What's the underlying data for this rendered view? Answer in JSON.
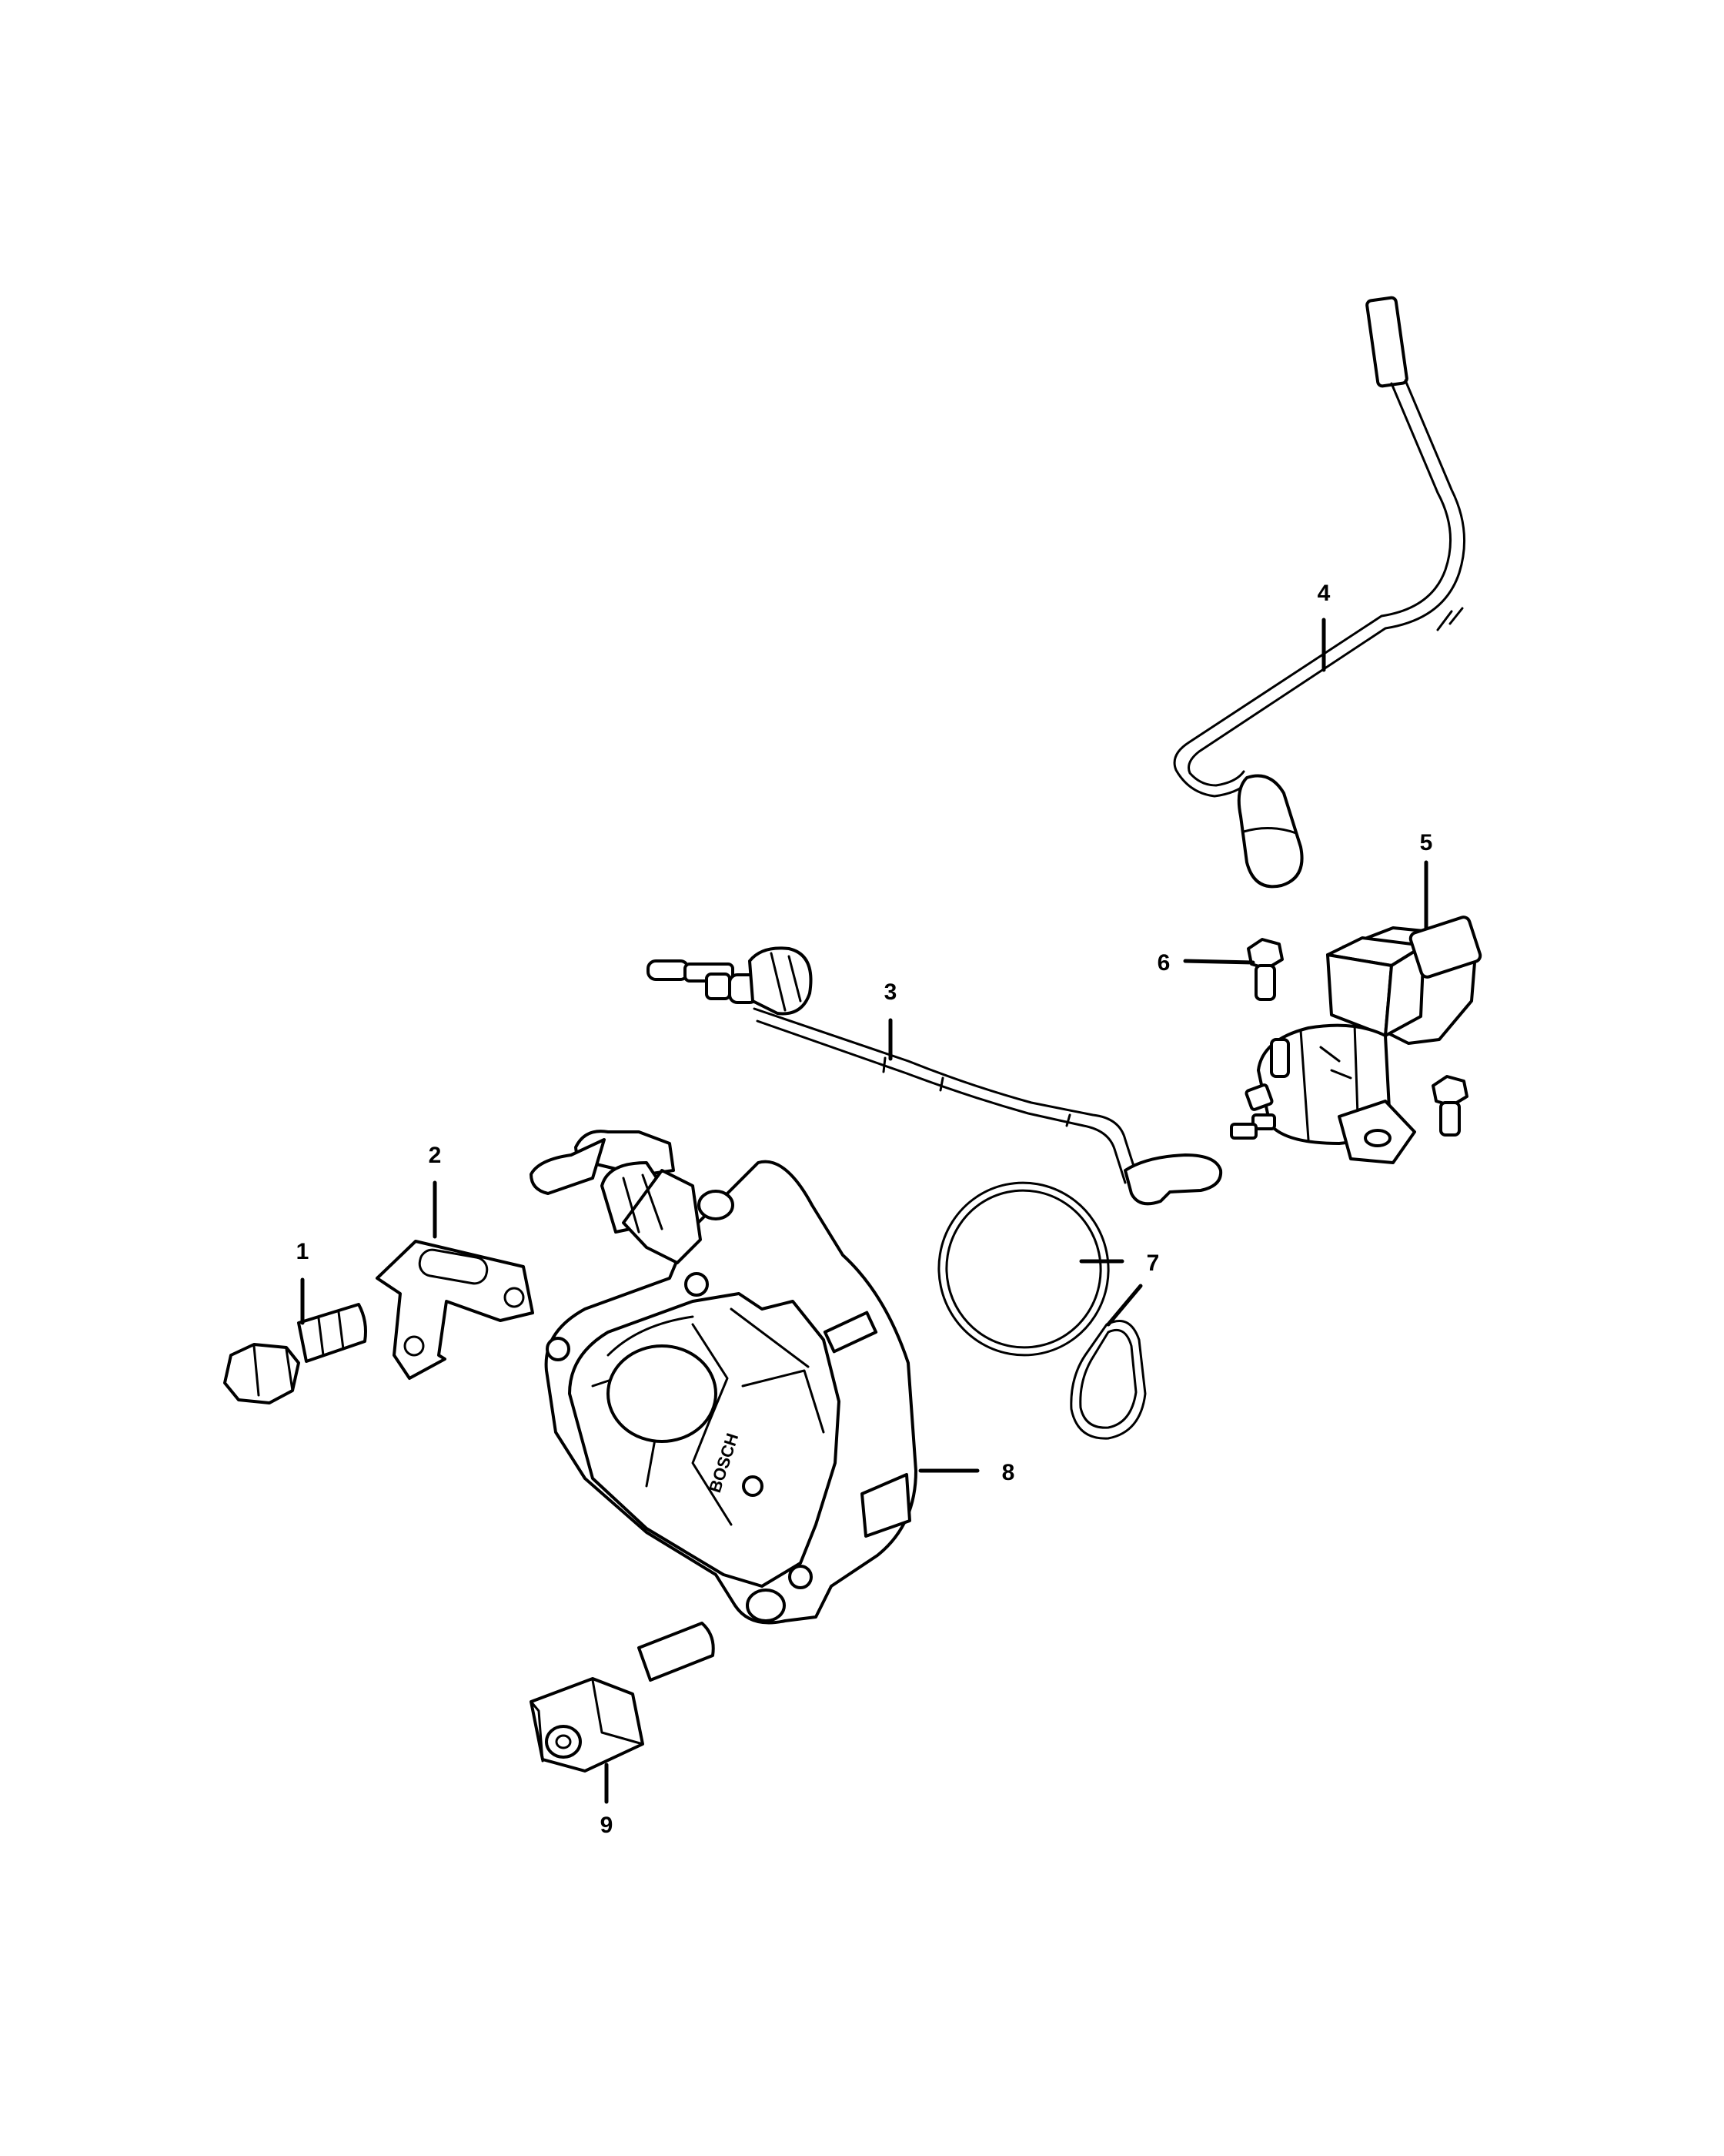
{
  "callouts": [
    {
      "id": "1",
      "label": "1"
    },
    {
      "id": "2",
      "label": "2"
    },
    {
      "id": "3",
      "label": "3"
    },
    {
      "id": "4",
      "label": "4"
    },
    {
      "id": "5",
      "label": "5"
    },
    {
      "id": "6",
      "label": "6"
    },
    {
      "id": "7",
      "label": "7"
    },
    {
      "id": "8",
      "label": "8"
    },
    {
      "id": "9",
      "label": "9"
    }
  ],
  "pump_brand_text": "BOSCH"
}
